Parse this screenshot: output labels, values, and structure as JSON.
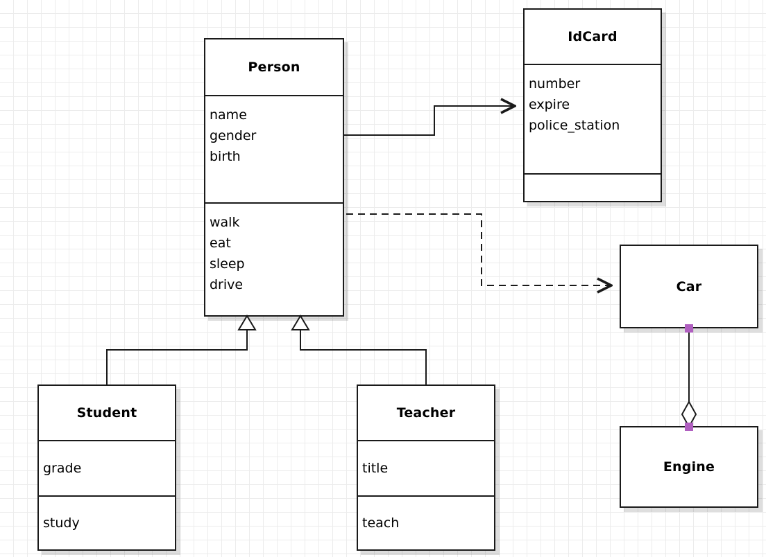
{
  "diagram": {
    "type": "uml-class-diagram",
    "background": "#ffffff",
    "grid_color": "#ececec",
    "line_color": "#1a1a1a",
    "handle_color": "#b05fc0"
  },
  "classes": {
    "person": {
      "name": "Person",
      "attributes": [
        "name",
        "gender",
        "birth"
      ],
      "methods": [
        "walk",
        "eat",
        "sleep",
        "drive"
      ]
    },
    "idcard": {
      "name": "IdCard",
      "attributes": [
        "number",
        "expire",
        "police_station"
      ],
      "methods": []
    },
    "student": {
      "name": "Student",
      "attributes": [
        "grade"
      ],
      "methods": [
        "study"
      ]
    },
    "teacher": {
      "name": "Teacher",
      "attributes": [
        "title"
      ],
      "methods": [
        "teach"
      ]
    },
    "car": {
      "name": "Car"
    },
    "engine": {
      "name": "Engine"
    }
  },
  "relations": [
    {
      "id": "person-idcard",
      "kind": "association",
      "from": "Person",
      "to": "IdCard",
      "style": "solid",
      "arrow": "open-arrow"
    },
    {
      "id": "person-car",
      "kind": "dependency",
      "from": "Person",
      "to": "Car",
      "style": "dashed",
      "arrow": "open-arrow"
    },
    {
      "id": "student-person",
      "kind": "generalization",
      "from": "Student",
      "to": "Person",
      "style": "solid",
      "arrow": "hollow-triangle"
    },
    {
      "id": "teacher-person",
      "kind": "generalization",
      "from": "Teacher",
      "to": "Person",
      "style": "solid",
      "arrow": "hollow-triangle"
    },
    {
      "id": "car-engine",
      "kind": "aggregation",
      "from": "Car",
      "to": "Engine",
      "style": "solid",
      "arrow": "hollow-diamond"
    }
  ]
}
